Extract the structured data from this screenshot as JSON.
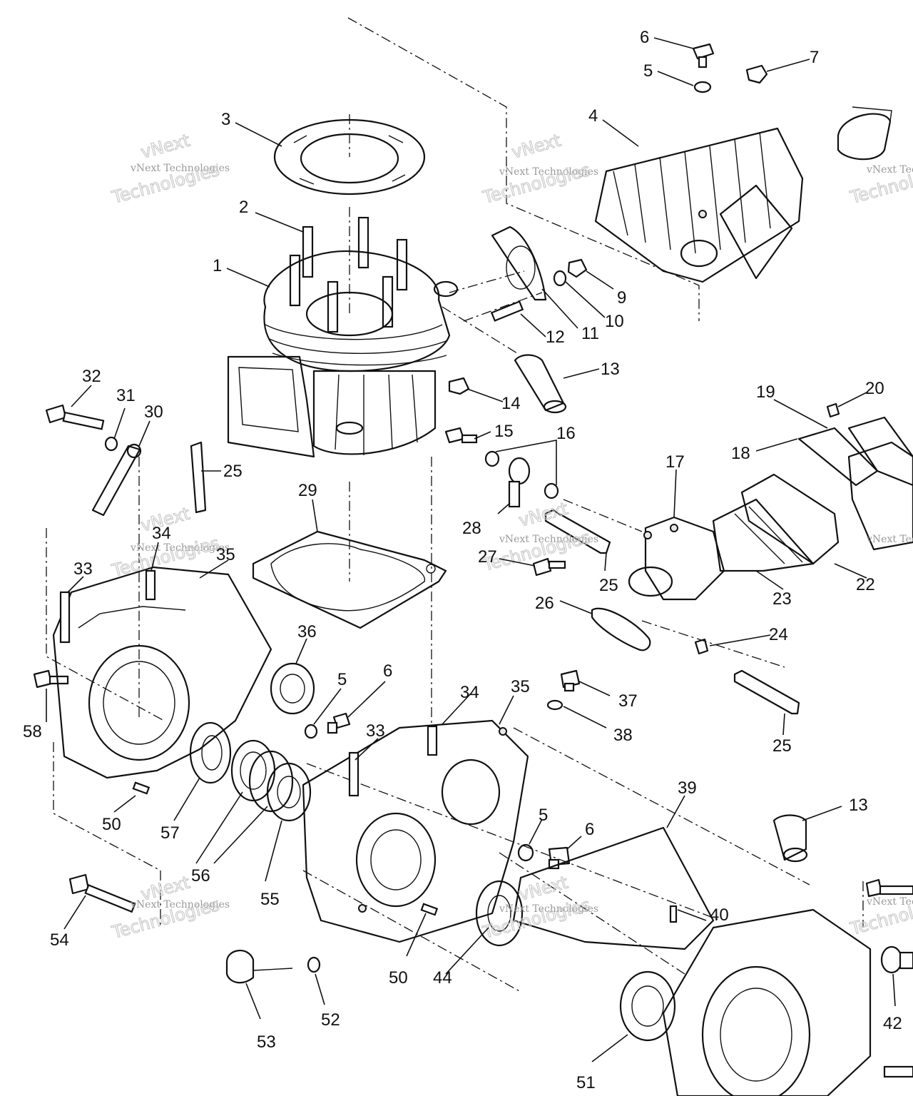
{
  "watermark": {
    "brand_line": "vNext Technologies",
    "big_word_1": "vNext",
    "big_word_2": "Technologies"
  },
  "callouts": {
    "c1": "1",
    "c2": "2",
    "c3": "3",
    "c4": "4",
    "c5a": "5",
    "c5b": "5",
    "c5c": "5",
    "c6a": "6",
    "c6b": "6",
    "c6c": "6",
    "c7": "7",
    "c9": "9",
    "c10": "10",
    "c11": "11",
    "c12": "12",
    "c13a": "13",
    "c13b": "13",
    "c14": "14",
    "c15": "15",
    "c16": "16",
    "c17": "17",
    "c18": "18",
    "c19": "19",
    "c20": "20",
    "c22": "22",
    "c23": "23",
    "c24": "24",
    "c25a": "25",
    "c25b": "25",
    "c25c": "25",
    "c26": "26",
    "c27": "27",
    "c28": "28",
    "c29": "29",
    "c30": "30",
    "c31": "31",
    "c32": "32",
    "c33a": "33",
    "c33b": "33",
    "c34a": "34",
    "c34b": "34",
    "c35a": "35",
    "c35b": "35",
    "c36": "36",
    "c37": "37",
    "c38": "38",
    "c39": "39",
    "c40": "40",
    "c42": "42",
    "c44": "44",
    "c50a": "50",
    "c50b": "50",
    "c51": "51",
    "c52": "52",
    "c53": "53",
    "c54": "54",
    "c55": "55",
    "c56": "56",
    "c57": "57",
    "c58": "58"
  },
  "colors": {
    "ink": "#111111",
    "watermark": "#9a9a9a",
    "paper": "#ffffff"
  }
}
